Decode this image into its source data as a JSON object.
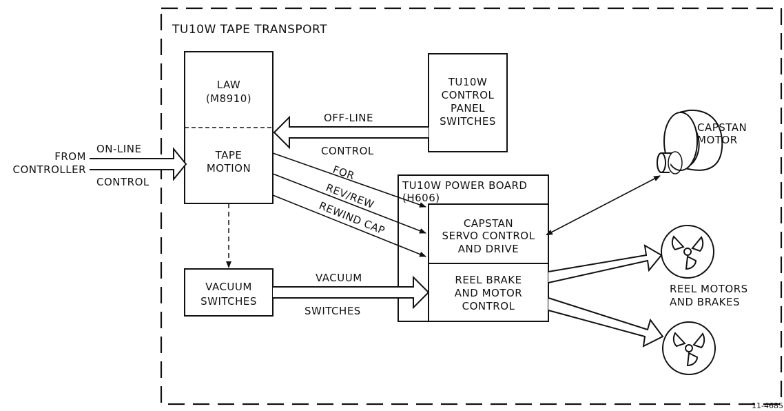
{
  "diagram": {
    "title": "TU10W TAPE TRANSPORT",
    "law": {
      "line1": "LAW",
      "line2": "(M8910)",
      "line3": "TAPE",
      "line4": "MOTION"
    },
    "panel": {
      "line1": "TU10W",
      "line2": "CONTROL",
      "line3": "PANEL",
      "line4": "SWITCHES"
    },
    "vacuum_box": {
      "line1": "VACUUM",
      "line2": "SWITCHES"
    },
    "power_board": {
      "title": "TU10W POWER BOARD",
      "subtitle": "(H606)"
    },
    "capstan_servo": {
      "line1": "CAPSTAN",
      "line2": "SERVO CONTROL",
      "line3": "AND DRIVE"
    },
    "reel_brake": {
      "line1": "REEL BRAKE",
      "line2": "AND MOTOR",
      "line3": "CONTROL"
    },
    "capstan_motor": {
      "line1": "CAPSTAN",
      "line2": "MOTOR"
    },
    "reel_motors": {
      "line1": "REEL MOTORS",
      "line2": "AND BRAKES"
    },
    "signals": {
      "from_line1": "FROM",
      "from_line2": "CONTROLLER",
      "online_top": "ON-LINE",
      "online_bottom": "CONTROL",
      "offline_top": "OFF-LINE",
      "offline_bottom": "CONTROL",
      "for": "FOR",
      "rev_rew": "REV/REW",
      "rewind_cap": "REWIND CAP",
      "vacuum_top": "VACUUM",
      "vacuum_bottom": "SWITCHES"
    },
    "figure_number": "11-4685"
  }
}
